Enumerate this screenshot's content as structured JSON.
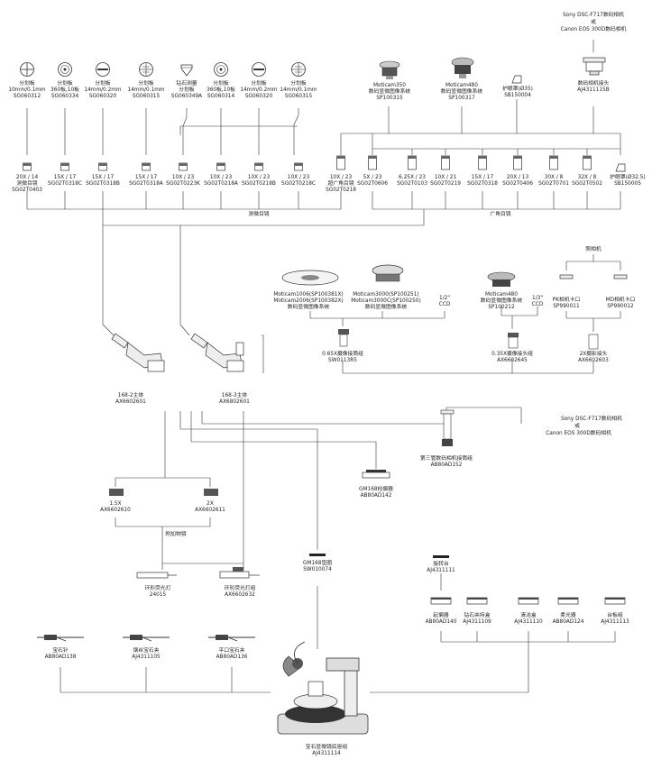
{
  "top_camera": {
    "line1": "Sony DSC-F717数码相机",
    "line2": "或",
    "line3": "Canon EOS 300D数码相机"
  },
  "reticles": [
    {
      "label": "分划板\n10mm/0.1mm\nSG060312",
      "icon": "crosshair-reticle-icon"
    },
    {
      "label": "分划板\n360板,10板\nSG060334",
      "icon": "protractor-reticle-icon"
    },
    {
      "label": "分划板\n14mm/0.2mm\nSG060320",
      "icon": "scale-reticle-icon"
    },
    {
      "label": "分划板\n14mm/0.1mm\nSG060315",
      "icon": "grid-reticle-icon"
    },
    {
      "label": "钻石测量\n分划板\nSG060349A",
      "icon": "diamond-reticle-icon"
    },
    {
      "label": "分划板\n360板,10板\nSG060314",
      "icon": "protractor-reticle-icon"
    },
    {
      "label": "分划板\n14mm/0.2mm\nSG060320",
      "icon": "scale-reticle-icon"
    },
    {
      "label": "分划板\n14mm/0.1mm\nSG060315",
      "icon": "grid-reticle-icon"
    }
  ],
  "moticams_top": [
    {
      "label": "Moticam350\n数码显微图像系统\nSP100315"
    },
    {
      "label": "Moticam480\n数码显微图像系统\nSP100317"
    }
  ],
  "guard_ring": {
    "label": "护眼罩(Ø35)\nSB150004"
  },
  "camera_adapter_top": {
    "label": "数码相机接头\nAJ4311115B"
  },
  "eyepieces_measure": [
    {
      "label": "20X / 14\n测微目镜\nSG02T0403"
    },
    {
      "label": "15X / 17\nSG02T0318C"
    },
    {
      "label": "15X / 17\nSG02T0318B"
    },
    {
      "label": "15X / 17\nSG02T0318A"
    },
    {
      "label": "10X / 23\nSG02T0223K"
    },
    {
      "label": "10X / 23\nSG02T0218A"
    },
    {
      "label": "10X / 23\nSG02T0218B"
    },
    {
      "label": "10X / 23\nSG02T0218C"
    }
  ],
  "eyepiece_wide": {
    "label": "10X / 23\n超广角目镜\nSG02T0218"
  },
  "eyepieces_wide": [
    {
      "label": "5X / 23\nSG02T0606"
    },
    {
      "label": "6.25X / 23\nSG02T0103"
    },
    {
      "label": "10X / 21\nSG02T0219"
    },
    {
      "label": "15X / 17\nSG02T0318"
    },
    {
      "label": "20X / 13\nSG02T0406"
    },
    {
      "label": "30X / 8\nSG02T0701"
    },
    {
      "label": "32X / 8\nSG02T0502"
    }
  ],
  "guard_ring2": {
    "label": "护眼罩(Ø32.5)\nSB150005"
  },
  "group_measure": "测微目镜",
  "group_wide": "广角目镜",
  "mid_moticam_group": {
    "label": "Moticam1006(SP100381X)\nMoticam2006(SP100382X)\n数码显微图像系统"
  },
  "mid_moticam_3000": {
    "label": "Moticam3000(SP100251)\nMoticam3000C(SP100250)\n数码显微图像系统"
  },
  "ccd_half": "1/2\"\nCCD",
  "moticam480_mid": {
    "label": "Moticam480\n数码显微图像系统\nSP100212"
  },
  "ccd_third": "1/3\"\nCCD",
  "camera_group": "照相机",
  "pk_adapter": {
    "label": "PK相机卡口\nSP990011"
  },
  "md_adapter": {
    "label": "MD相机卡口\nSP990012"
  },
  "adapter_065": {
    "label": "0.65X摄像接筒组\nSW0113R5"
  },
  "adapter_035": {
    "label": "0.35X摄像接头组\nAX6602645"
  },
  "adapter_2x": {
    "label": "2X摄影接头\nAX6602603"
  },
  "body_2": {
    "label": "168-2主体\nAX6602601"
  },
  "body_3": {
    "label": "168-3主体\nAX6802601"
  },
  "right_camera": {
    "line1": "Sony DSC-F717数码相机",
    "line2": "或",
    "line3": "Canon EOS 300D数码相机"
  },
  "third_adapter": {
    "label": "第三管数码相机接筒组\nAB80AD152"
  },
  "polarizer_gm": {
    "label": "GM168检偏器\nAB80AD142"
  },
  "aux_15": {
    "label": "1.5X\nAX6602610"
  },
  "aux_2": {
    "label": "2X\nAX6602611"
  },
  "aux_group": "附加物镜",
  "ring_light": {
    "label": "环形荧光灯\n24015"
  },
  "ring_light_assy": {
    "label": "环形荧光灯组\nAX6602632"
  },
  "gm_base": {
    "label": "GM168垫圈\nSW010074"
  },
  "rotary_table": {
    "label": "旋转台\nAJ4311111"
  },
  "base_accessories": [
    {
      "label": "起偏器\nAB80AD140"
    },
    {
      "label": "钻石夹持盒\nAJ4311109"
    },
    {
      "label": "清洁盒\nAJ4311110"
    },
    {
      "label": "柔光器\nAB80AD124"
    },
    {
      "label": "台板组\nAJ4311113"
    }
  ],
  "tweezers": [
    {
      "label": "宝石针\nAB80AD138"
    },
    {
      "label": "钢丝宝石夹\nAJ4311105"
    },
    {
      "label": "平口宝石夹\nAB80AD136"
    }
  ],
  "stand": {
    "label": "宝石显微镜底座组\nAJ4311114"
  }
}
